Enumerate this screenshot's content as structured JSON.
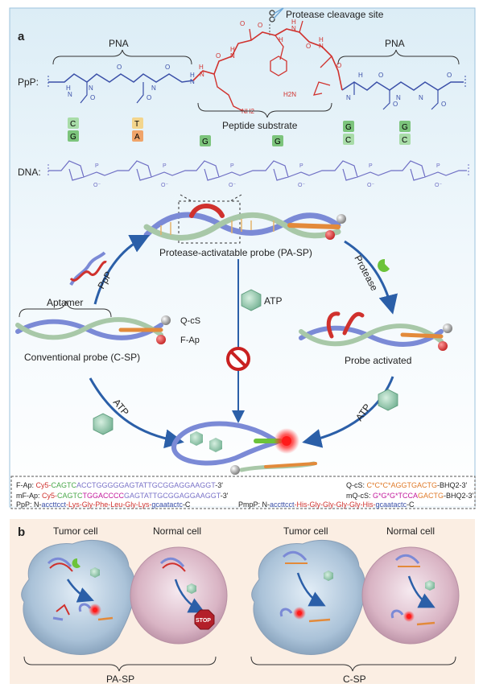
{
  "panel_a": {
    "label": "a",
    "cleavage_site": "Protease cleavage site",
    "pna_left": "PNA",
    "pna_right": "PNA",
    "ppp_label": "PpP:",
    "dna_label": "DNA:",
    "peptide_substrate": "Peptide substrate",
    "nh2_left": "NH2",
    "nh2_right": "H2N",
    "bases": [
      {
        "top": "C",
        "bottom": "G"
      },
      {
        "top": "T",
        "bottom": "A"
      },
      {
        "top": "",
        "bottom": "G"
      },
      {
        "top": "",
        "bottom": "G"
      },
      {
        "top": "G",
        "bottom": "C"
      },
      {
        "top": "G",
        "bottom": "C"
      }
    ],
    "pa_sp": "Protease-activatable probe (PA-SP)",
    "ppp_arrow": "PpP",
    "protease_arrow": "Protease",
    "atp_center": "ATP",
    "atp_left": "ATP",
    "atp_right": "ATP",
    "aptamer": "Aptamer",
    "q_cs": "Q-cS",
    "f_ap": "F-Ap",
    "conventional": "Conventional probe (C-SP)",
    "activated": "Probe activated"
  },
  "sequences": {
    "fap_name": "F-Ap:",
    "fap_parts": [
      "Cy5-",
      "CAGTC",
      "ACCTGGGGGAGTATTGCGGAGGAAGGT",
      "-3'"
    ],
    "mfap_name": "mF-Ap:",
    "mfap_parts": [
      "Cy5-",
      "CAGTC",
      "TGGACCCC",
      "GAGTATTGCGGAGGAAGGT",
      "-3'"
    ],
    "qcs_name": "Q-cS:",
    "qcs_parts": [
      "C*C*C*AGGTGACTG",
      "-BHQ2-3'"
    ],
    "mqcs_name": "mQ-cS:",
    "mqcs_parts": [
      "G*G*G*TCCA",
      "GACTG",
      "-BHQ2-3'"
    ],
    "ppp_name": "PpP:",
    "ppp_parts": [
      "N-",
      "accttcct",
      "-Lys-Gly-Phe-Leu-Gly-Lys-",
      "gcaatactc",
      "-C"
    ],
    "pmpp_name": "PmpP:",
    "pmpp_parts": [
      "N-",
      "accttcct",
      "-His-Gly-Gly-Gly-Gly-His-",
      "gcaatactc",
      "-C"
    ]
  },
  "panel_b": {
    "label": "b",
    "tumor_1": "Tumor cell",
    "normal_1": "Normal cell",
    "tumor_2": "Tumor cell",
    "normal_2": "Normal cell",
    "stop": "STOP",
    "group_1": "PA-SP",
    "group_2": "C-SP"
  },
  "colors": {
    "red": "#d0312d",
    "blue": "#3a4fa8",
    "orange": "#e07b2a",
    "green_text": "#4aa84a",
    "magenta": "#c2189b",
    "dna_text": "#7a73c8"
  }
}
